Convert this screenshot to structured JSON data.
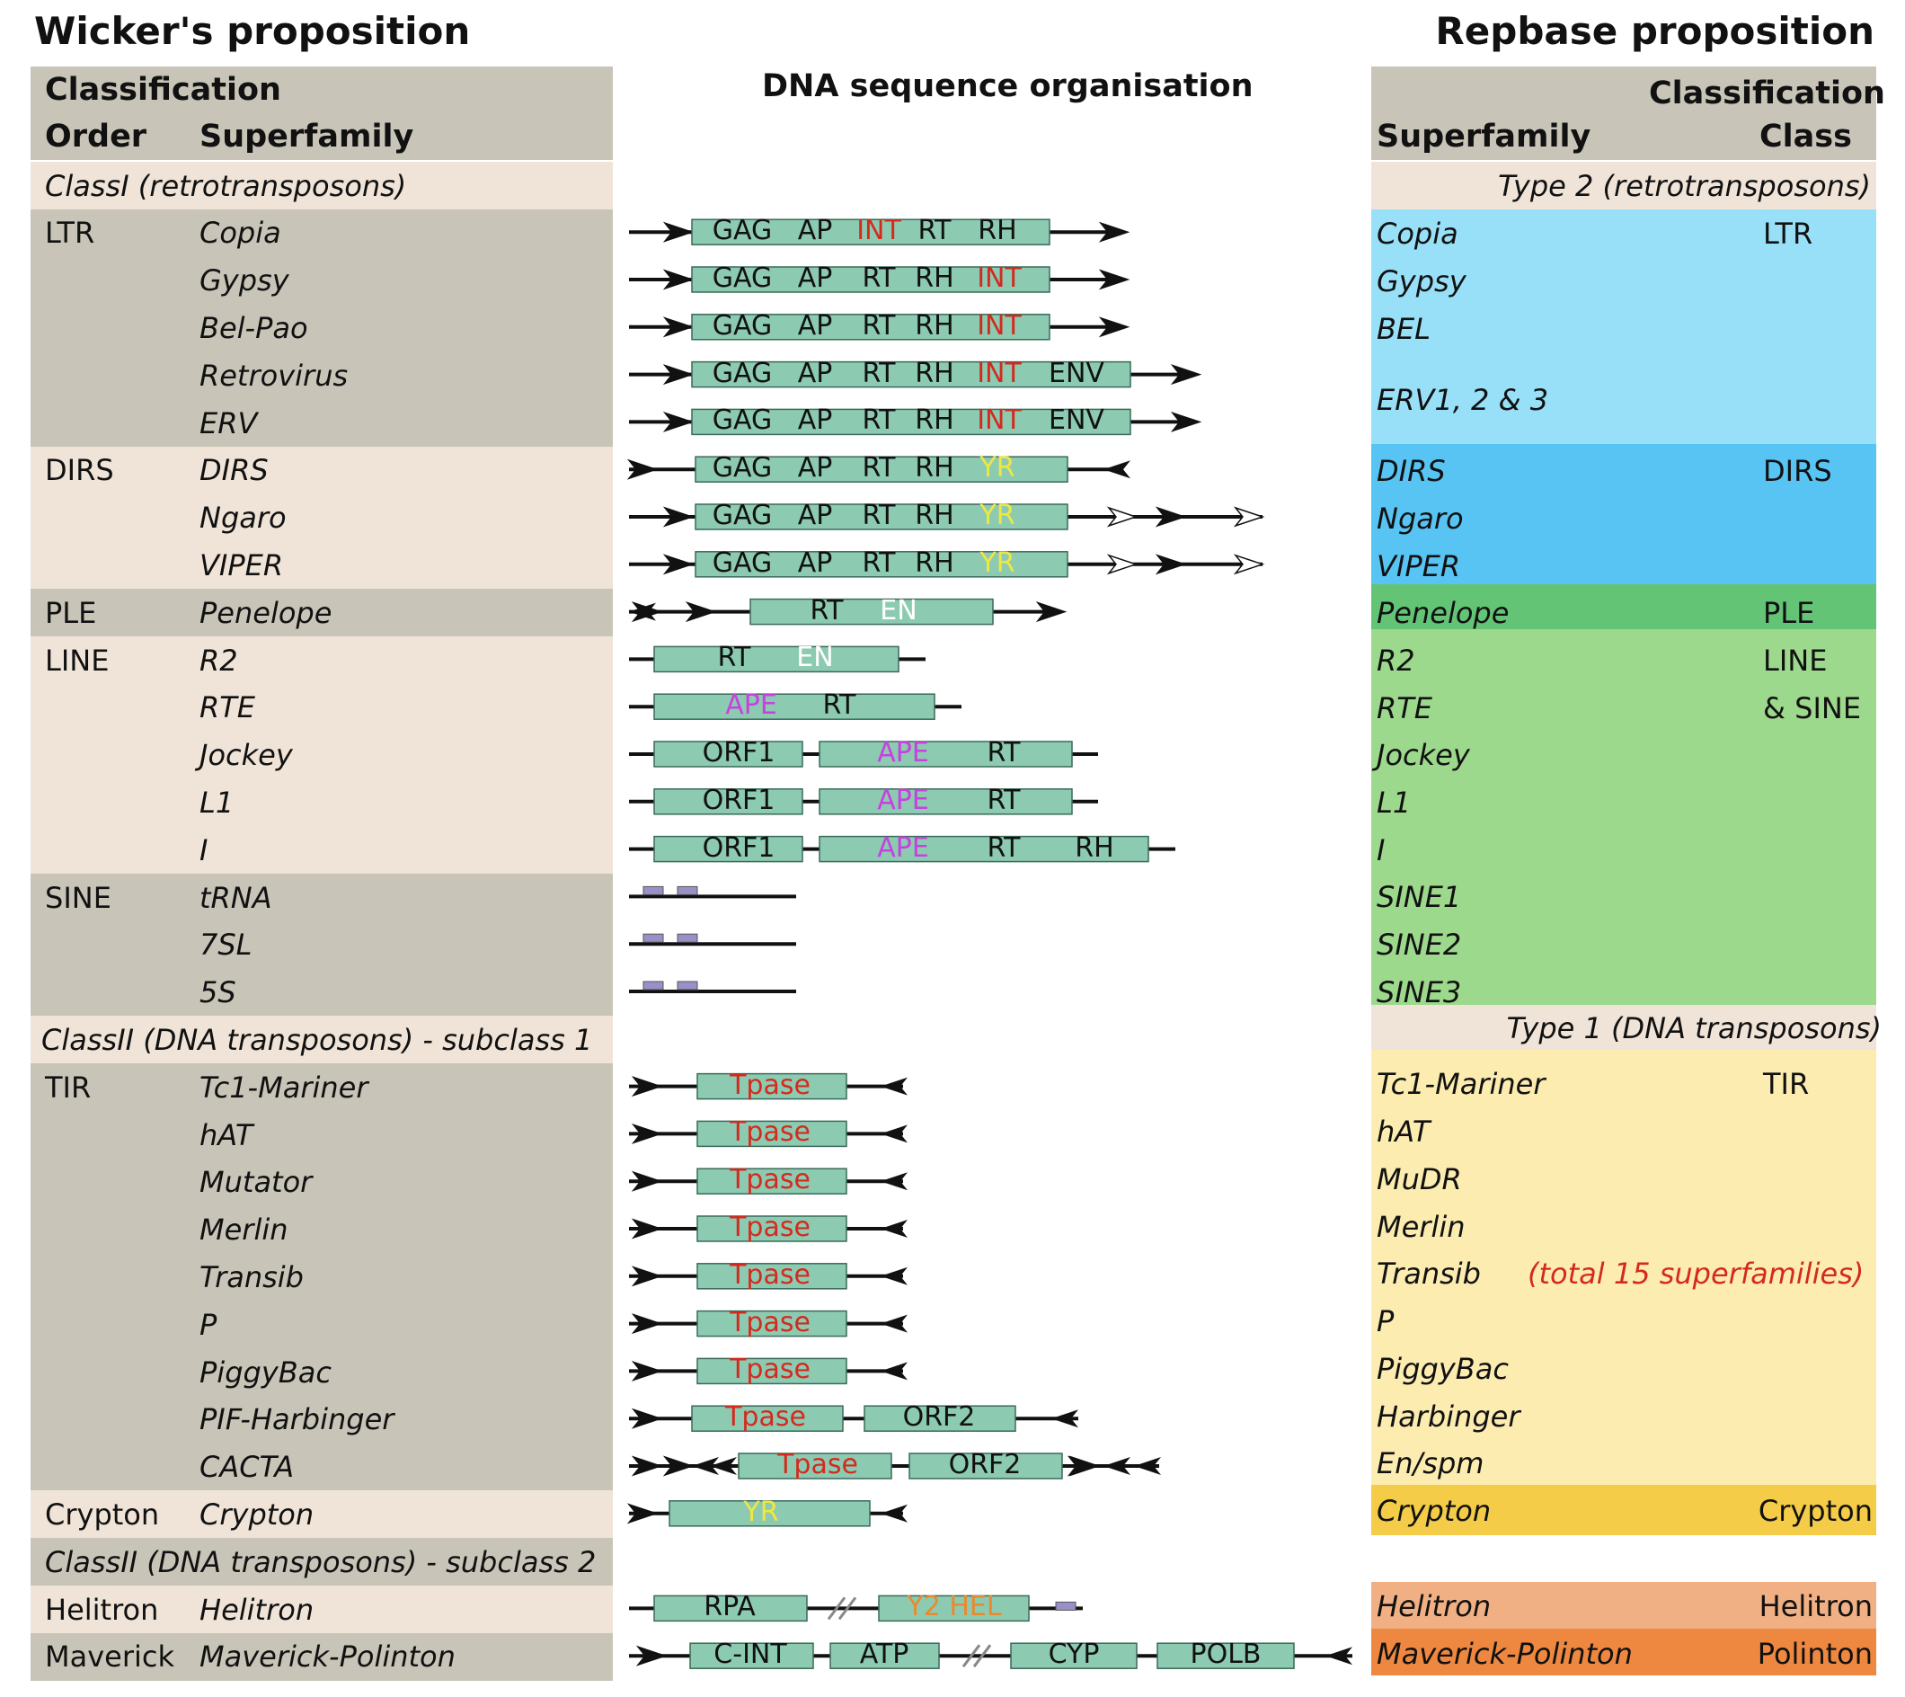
{
  "titles": {
    "left": "Wicker's proposition",
    "right": "Repbase proposition",
    "middle": "DNA sequence organisation"
  },
  "left_header": {
    "classification": "Classification",
    "order": "Order",
    "superfamily": "Superfamily"
  },
  "right_header": {
    "classification": "Classification",
    "superfamily": "Superfamily",
    "class": "Class"
  },
  "left_rows": [
    {
      "order": "",
      "superfamily": "",
      "section": "ClassI (retrotransposons)"
    },
    {
      "order": "LTR",
      "superfamily": "Copia"
    },
    {
      "order": "",
      "superfamily": "Gypsy"
    },
    {
      "order": "",
      "superfamily": "Bel-Pao"
    },
    {
      "order": "",
      "superfamily": "Retrovirus"
    },
    {
      "order": "",
      "superfamily": "ERV"
    },
    {
      "order": "DIRS",
      "superfamily": "DIRS"
    },
    {
      "order": "",
      "superfamily": "Ngaro"
    },
    {
      "order": "",
      "superfamily": "VIPER"
    },
    {
      "order": "PLE",
      "superfamily": "Penelope"
    },
    {
      "order": "LINE",
      "superfamily": "R2"
    },
    {
      "order": "",
      "superfamily": "RTE"
    },
    {
      "order": "",
      "superfamily": "Jockey"
    },
    {
      "order": "",
      "superfamily": "L1"
    },
    {
      "order": "",
      "superfamily": "I"
    },
    {
      "order": "SINE",
      "superfamily": "tRNA"
    },
    {
      "order": "",
      "superfamily": "7SL"
    },
    {
      "order": "",
      "superfamily": "5S"
    },
    {
      "order": "",
      "superfamily": "",
      "section": "ClassII (DNA transposons) - subclass 1"
    },
    {
      "order": "TIR",
      "superfamily": "Tc1-Mariner"
    },
    {
      "order": "",
      "superfamily": "hAT"
    },
    {
      "order": "",
      "superfamily": "Mutator"
    },
    {
      "order": "",
      "superfamily": "Merlin"
    },
    {
      "order": "",
      "superfamily": "Transib"
    },
    {
      "order": "",
      "superfamily": "P"
    },
    {
      "order": "",
      "superfamily": "PiggyBac"
    },
    {
      "order": "",
      "superfamily": "PIF-Harbinger"
    },
    {
      "order": "",
      "superfamily": "CACTA"
    },
    {
      "order": "Crypton",
      "superfamily": "Crypton"
    },
    {
      "order": "",
      "superfamily": "",
      "section": "ClassII (DNA transposons) - subclass 2"
    },
    {
      "order": "Helitron",
      "superfamily": "Helitron"
    },
    {
      "order": "Maverick",
      "superfamily": "Maverick-Polinton"
    }
  ],
  "right_rows": [
    {
      "superfamily": "",
      "class": "",
      "section": "Type 2 (retrotransposons)"
    },
    {
      "superfamily": "Copia",
      "class": "LTR"
    },
    {
      "superfamily": "Gypsy",
      "class": ""
    },
    {
      "superfamily": "BEL",
      "class": ""
    },
    {
      "superfamily": "ERV1, 2 & 3",
      "class": ""
    },
    {
      "superfamily": "DIRS",
      "class": "DIRS"
    },
    {
      "superfamily": "Ngaro",
      "class": ""
    },
    {
      "superfamily": "VIPER",
      "class": ""
    },
    {
      "superfamily": "Penelope",
      "class": "PLE"
    },
    {
      "superfamily": "R2",
      "class": "LINE"
    },
    {
      "superfamily": "RTE",
      "class": "& SINE"
    },
    {
      "superfamily": "Jockey",
      "class": ""
    },
    {
      "superfamily": "L1",
      "class": ""
    },
    {
      "superfamily": "I",
      "class": ""
    },
    {
      "superfamily": "SINE1",
      "class": ""
    },
    {
      "superfamily": "SINE2",
      "class": ""
    },
    {
      "superfamily": "SINE3",
      "class": ""
    },
    {
      "superfamily": "",
      "class": "",
      "section": "Type 1 (DNA transposons)"
    },
    {
      "superfamily": "Tc1-Mariner",
      "class": "TIR"
    },
    {
      "superfamily": "hAT",
      "class": ""
    },
    {
      "superfamily": "MuDR",
      "class": ""
    },
    {
      "superfamily": "Merlin",
      "class": ""
    },
    {
      "superfamily": "Transib",
      "class": ""
    },
    {
      "superfamily": "P",
      "class": ""
    },
    {
      "superfamily": "PiggyBac",
      "class": ""
    },
    {
      "superfamily": "Harbinger",
      "class": ""
    },
    {
      "superfamily": "En/spm",
      "class": ""
    },
    {
      "superfamily": "Crypton",
      "class": "Crypton"
    },
    {
      "superfamily": "Helitron",
      "class": "Helitron"
    },
    {
      "superfamily": "Maverick-Polinton",
      "class": "Polinton"
    }
  ],
  "right_note": "(total 15 superfamilies)",
  "colors": {
    "band_dark": "#c8c4b8",
    "band_light": "#f0e4d8",
    "gene_fill": "#8ccbb2",
    "ltr_blue": "#98e0f8",
    "dirs_blue": "#58c4f4",
    "ple_green": "#64c476",
    "line_green": "#9cd98c",
    "tir_yellow": "#fcecb0",
    "crypton_yellow": "#f4cc48",
    "helitron_orange": "#f0b084",
    "polinton_orange": "#ee8840",
    "red": "#d42a1e",
    "yellow": "#f0e640",
    "magenta": "#c840e0",
    "white": "#ffffff",
    "orange": "#e88a30"
  },
  "gene_labels": {
    "GAG": "GAG",
    "AP": "AP",
    "INT": "INT",
    "RT": "RT",
    "RH": "RH",
    "ENV": "ENV",
    "YR": "YR",
    "EN": "EN",
    "APE": "APE",
    "ORF1": "ORF1",
    "ORF2": "ORF2",
    "Tpase": "Tpase",
    "RPA": "RPA",
    "Y2HEL": "Y2 HEL",
    "CINT": "C-INT",
    "ATP": "ATP",
    "CYP": "CYP",
    "POLB": "POLB"
  }
}
